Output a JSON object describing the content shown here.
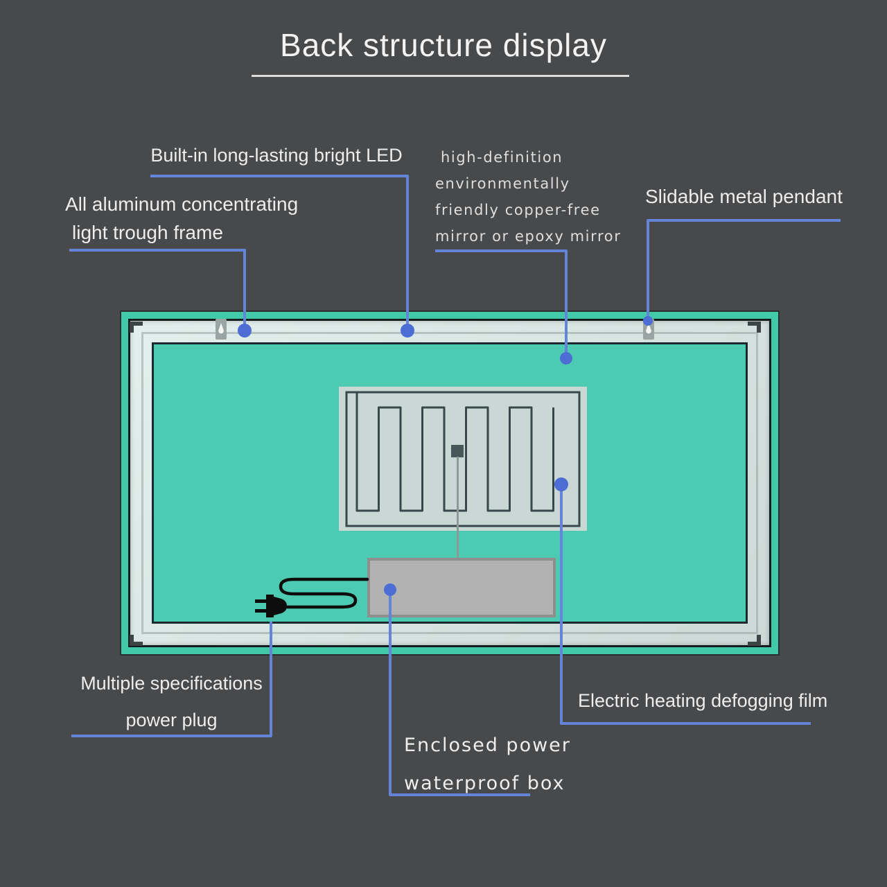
{
  "title": {
    "text": "Back structure display"
  },
  "labels": {
    "led": {
      "text": "Built-in long-lasting bright LED"
    },
    "frame": {
      "line1": "All aluminum concentrating",
      "line2": "light trough frame"
    },
    "mirror": {
      "line1": "high-definition",
      "line2": "environmentally",
      "line3": "friendly copper-free",
      "line4": "mirror or epoxy mirror"
    },
    "pendant": {
      "text": "Slidable metal pendant"
    },
    "plug": {
      "line1": "Multiple specifications",
      "line2": "power plug"
    },
    "powerbox": {
      "line1": "Enclosed power",
      "line2": "waterproof box"
    },
    "film": {
      "text": "Electric heating defogging film"
    }
  },
  "colors": {
    "background": "#48494b",
    "connector_blue": "#6484da",
    "dot_blue": "#4b6dd4",
    "mirror_teal_outer": "#42c9a8",
    "mirror_teal_inner": "#4dcbb2",
    "frame_light": "#d9e6e3",
    "film_gray": "#c9d8d4",
    "coil_dark": "#37474a",
    "power_box_gray": "#b2b2b2",
    "text_white": "#efefef"
  }
}
